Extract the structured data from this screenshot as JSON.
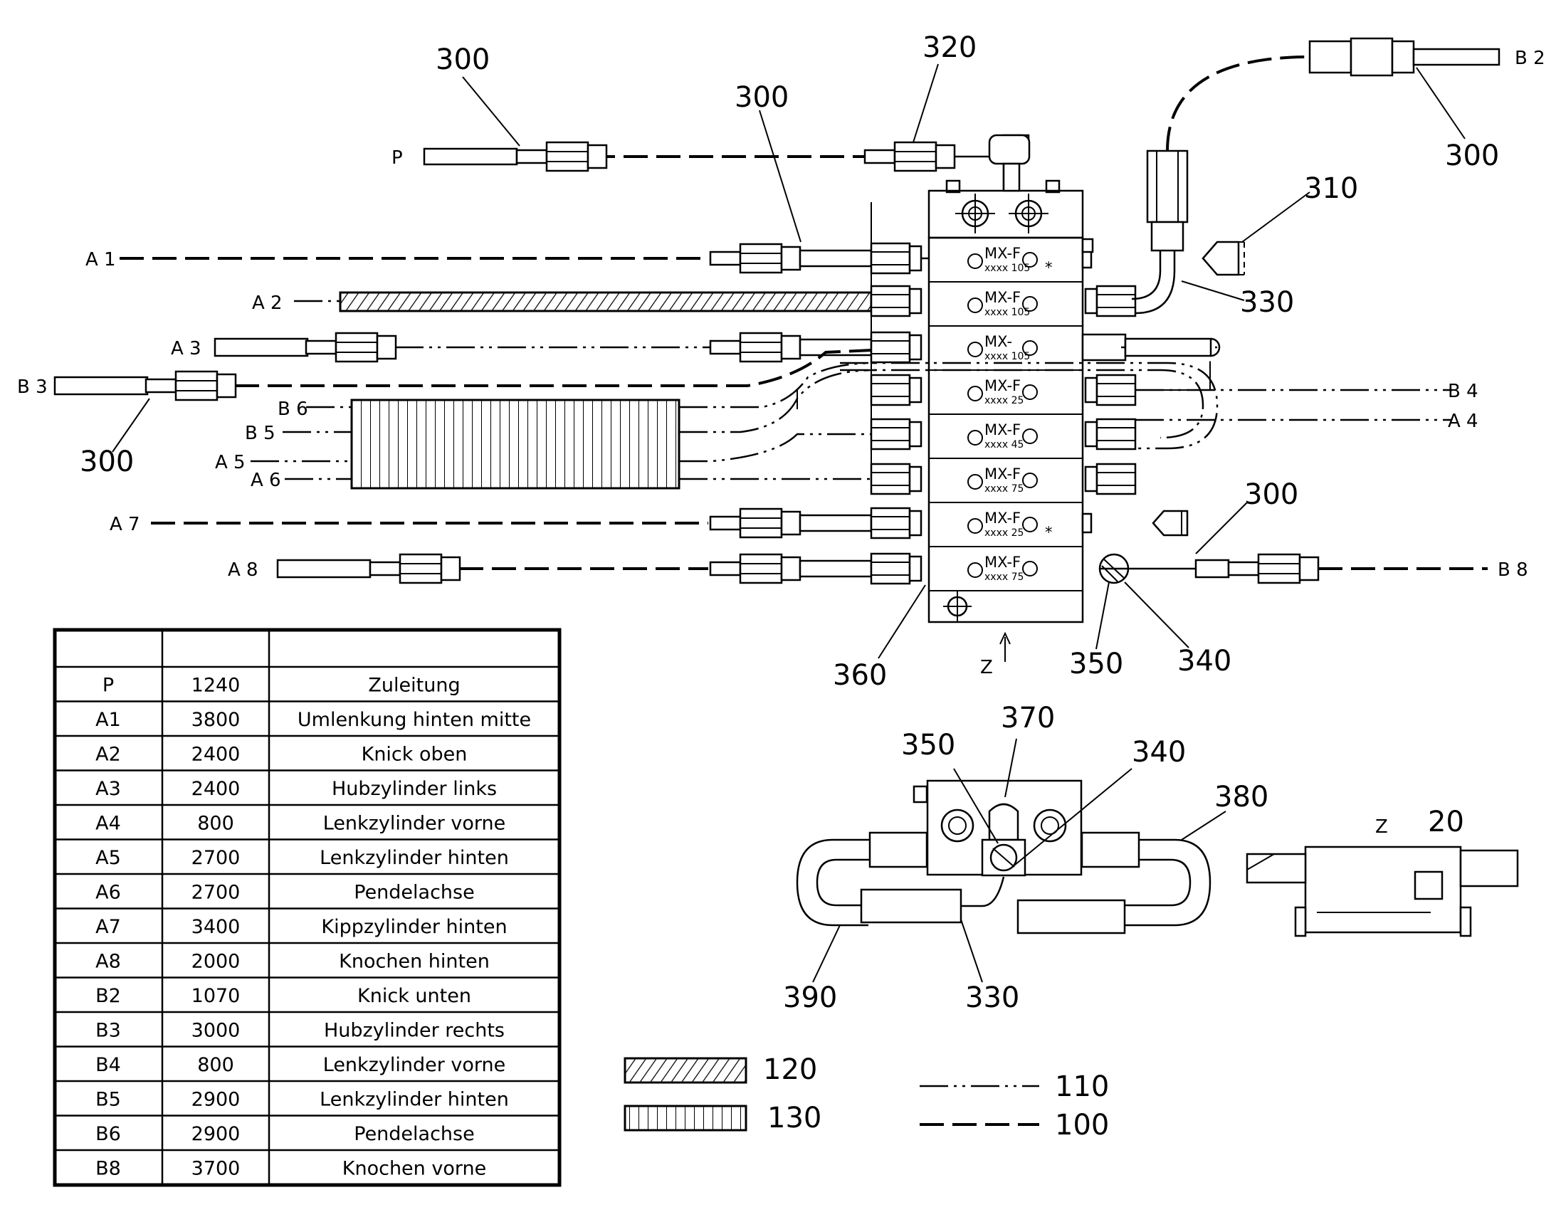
{
  "table": {
    "header": [
      "",
      "",
      ""
    ],
    "rows": [
      {
        "code": "P",
        "length": "1240",
        "desc": "Zuleitung"
      },
      {
        "code": "A1",
        "length": "3800",
        "desc": "Umlenkung hinten mitte"
      },
      {
        "code": "A2",
        "length": "2400",
        "desc": "Knick oben"
      },
      {
        "code": "A3",
        "length": "2400",
        "desc": "Hubzylinder links"
      },
      {
        "code": "A4",
        "length": "800",
        "desc": "Lenkzylinder vorne"
      },
      {
        "code": "A5",
        "length": "2700",
        "desc": "Lenkzylinder hinten"
      },
      {
        "code": "A6",
        "length": "2700",
        "desc": "Pendelachse"
      },
      {
        "code": "A7",
        "length": "3400",
        "desc": "Kippzylinder hinten"
      },
      {
        "code": "A8",
        "length": "2000",
        "desc": "Knochen hinten"
      },
      {
        "code": "B2",
        "length": "1070",
        "desc": "Knick unten"
      },
      {
        "code": "B3",
        "length": "3000",
        "desc": "Hubzylinder rechts"
      },
      {
        "code": "B4",
        "length": "800",
        "desc": "Lenkzylinder vorne"
      },
      {
        "code": "B5",
        "length": "2900",
        "desc": "Lenkzylinder hinten"
      },
      {
        "code": "B6",
        "length": "2900",
        "desc": "Pendelachse"
      },
      {
        "code": "B8",
        "length": "3700",
        "desc": "Knochen vorne"
      }
    ]
  },
  "line_labels": {
    "P": "P",
    "A1": "A 1",
    "A2": "A 2",
    "A3": "A 3",
    "A4": "A 4",
    "A5": "A 5",
    "A6": "A 6",
    "A7": "A 7",
    "A8": "A 8",
    "B2": "B 2",
    "B3": "B 3",
    "B4": "B 4",
    "B5": "B 5",
    "B6": "B 6",
    "B8": "B 8"
  },
  "valve_sections": [
    {
      "top": "MX-F",
      "sub": "xxxx 105",
      "star": "*"
    },
    {
      "top": "MX-F",
      "sub": "xxxx 105",
      "star": ""
    },
    {
      "top": "MX-",
      "sub": "xxxx 105",
      "star": ""
    },
    {
      "top": "MX-F",
      "sub": "xxxx 25",
      "star": ""
    },
    {
      "top": "MX-F",
      "sub": "xxxx 45",
      "star": ""
    },
    {
      "top": "MX-F",
      "sub": "xxxx 75",
      "star": ""
    },
    {
      "top": "MX-F",
      "sub": "xxxx 25",
      "star": "*"
    },
    {
      "top": "MX-F",
      "sub": "xxxx 75",
      "star": ""
    }
  ],
  "reference_numbers": {
    "r300a": "300",
    "r320": "320",
    "r300b": "300",
    "r300c": "300",
    "r310": "310",
    "r330a": "330",
    "r300d": "300",
    "r300e": "300",
    "r360": "360",
    "r350a": "350",
    "r340a": "340",
    "r370": "370",
    "r350b": "350",
    "r340b": "340",
    "r380": "380",
    "r390": "390",
    "r330b": "330",
    "r20": "20"
  },
  "view_labels": {
    "z_main": "Z",
    "z_detail": "Z"
  },
  "legend": {
    "hatch_diag": "120",
    "hatch_vert": "130",
    "dashdot": "110",
    "dashed": "100"
  }
}
